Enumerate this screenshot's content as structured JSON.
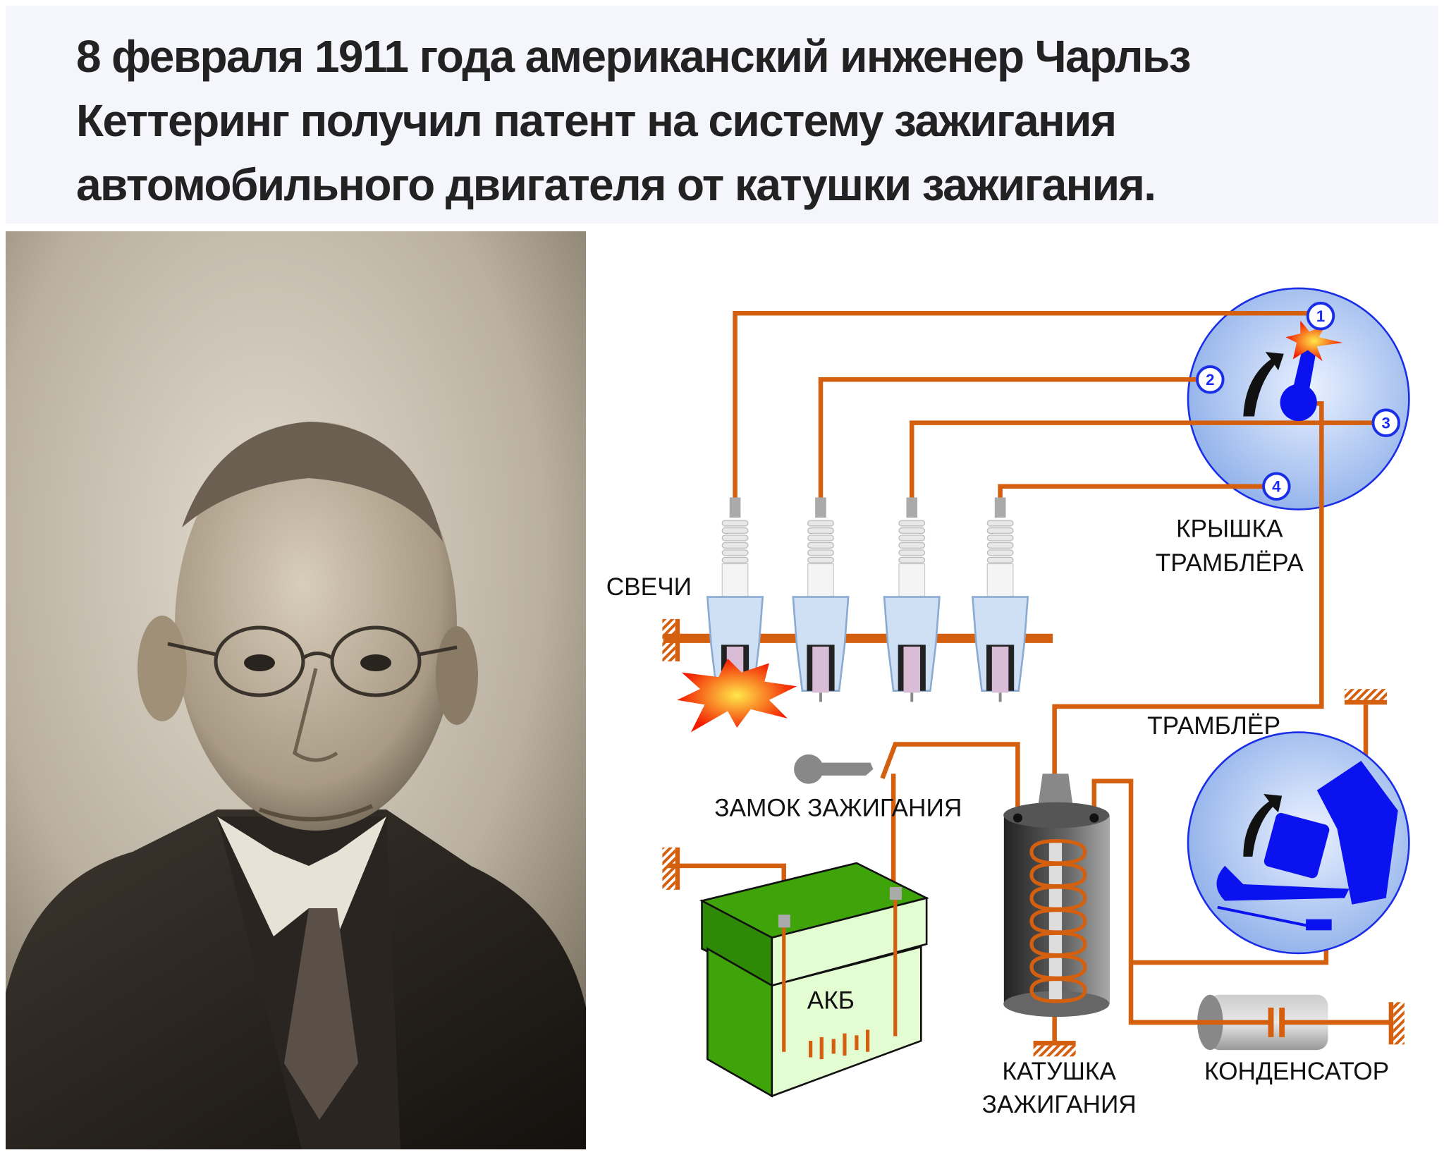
{
  "headline": {
    "lines": [
      "8 февраля 1911 года американский инженер Чарльз",
      "Кеттеринг получил патент на систему зажигания",
      "автомобильного двигателя от катушки зажигания."
    ]
  },
  "diagram": {
    "labels": {
      "spark_plugs": "СВЕЧИ",
      "cap_line1": "КРЫШКА",
      "cap_line2": "ТРАМБЛЁРА",
      "distributor": "ТРАМБЛЁР",
      "ignition_lock": "ЗАМОК ЗАЖИГАНИЯ",
      "battery": "АКБ",
      "coil_line1": "КАТУШКА",
      "coil_line2": "ЗАЖИГАНИЯ",
      "capacitor": "КОНДЕНСАТОР"
    },
    "terminals": [
      "1",
      "2",
      "3",
      "4"
    ],
    "colors": {
      "wire": "#d4600f",
      "distributor_fill": "#b8cdf2",
      "distributor_stroke": "#1a2ee8",
      "rotor": "#0a12f0",
      "battery_green": "#3fa30a",
      "battery_light": "#e3fcd2",
      "header_bg": "#f5f6fc"
    }
  }
}
